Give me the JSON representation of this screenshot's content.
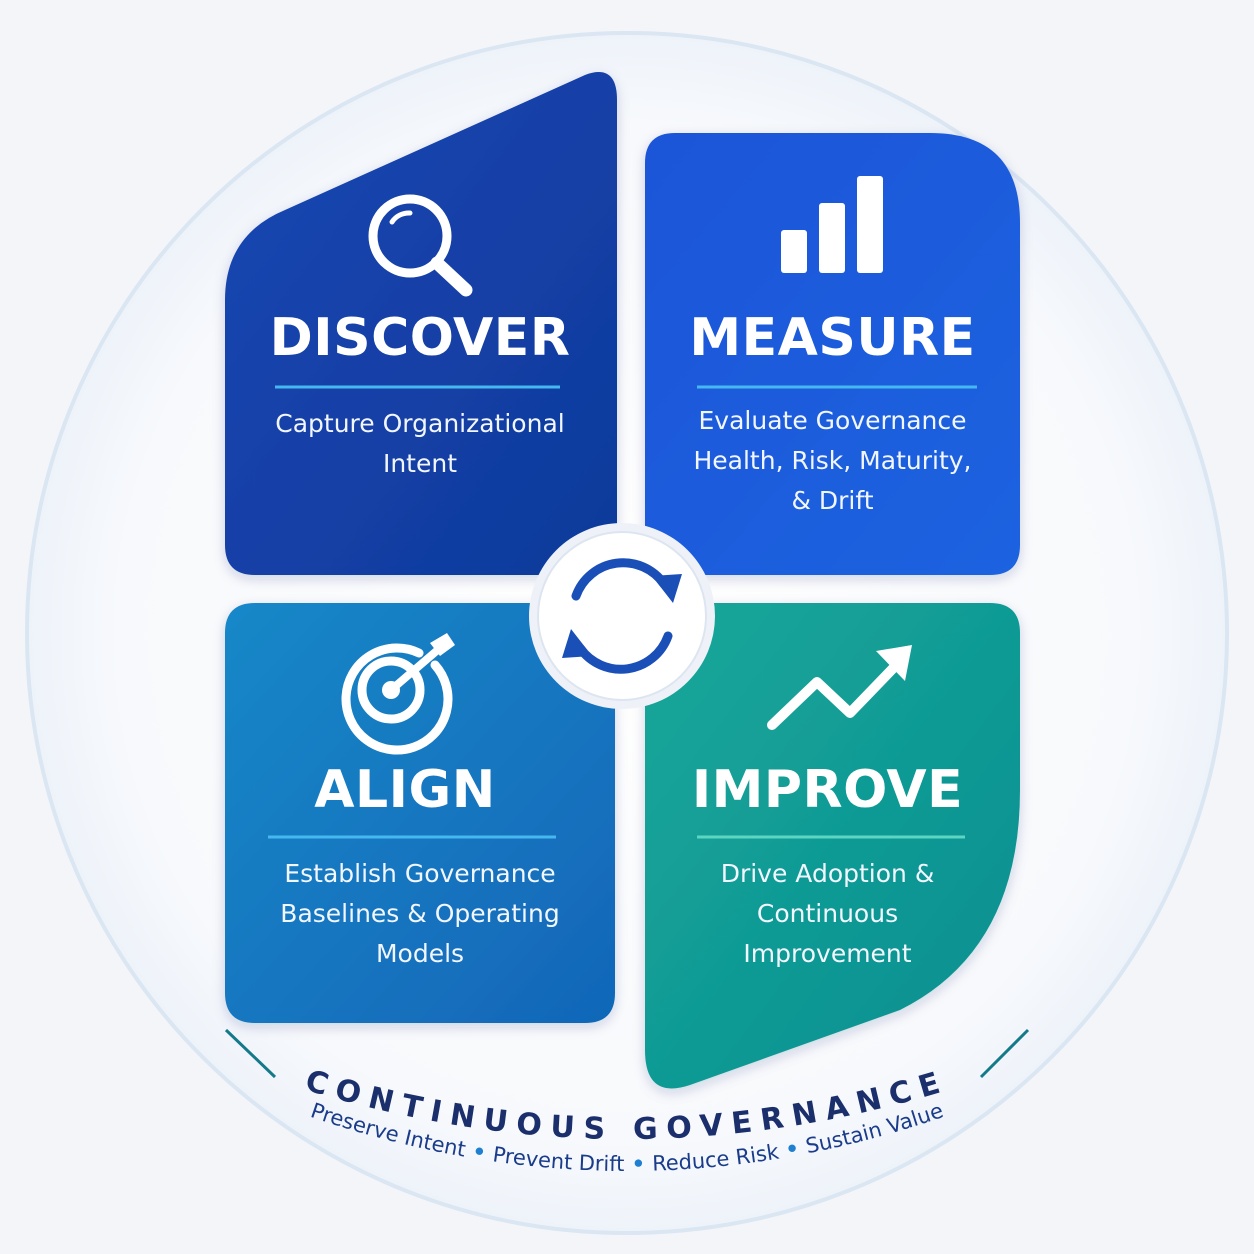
{
  "colors": {
    "discover": "#1240a8",
    "measure": "#1a5bd8",
    "align": "#1478c4",
    "improve": "#109c94",
    "divider_blue": "#45b8f0",
    "divider_teal": "#5cd6c2",
    "center_icon": "#1a4fb8",
    "footer_text": "#1a2f6b",
    "footer_dot": "#1f7fd0",
    "footer_tick": "#147a8a"
  },
  "quadrants": [
    {
      "id": "discover",
      "icon": "magnifier-icon",
      "title": "DISCOVER",
      "desc_lines": [
        "Capture Organizational",
        "Intent"
      ]
    },
    {
      "id": "measure",
      "icon": "bar-chart-icon",
      "title": "MEASURE",
      "desc_lines": [
        "Evaluate Governance",
        "Health, Risk, Maturity,",
        "& Drift"
      ]
    },
    {
      "id": "align",
      "icon": "target-icon",
      "title": "ALIGN",
      "desc_lines": [
        "Establish Governance",
        "Baselines & Operating",
        "Models"
      ]
    },
    {
      "id": "improve",
      "icon": "trend-up-icon",
      "title": "IMPROVE",
      "desc_lines": [
        "Drive Adoption &",
        "Continuous",
        "Improvement"
      ]
    }
  ],
  "center": {
    "icon": "refresh-cycle-icon"
  },
  "footer": {
    "title": "CONTINUOUS GOVERNANCE",
    "tagline_items": [
      "Preserve Intent",
      "Prevent Drift",
      "Reduce Risk",
      "Sustain Value"
    ]
  }
}
